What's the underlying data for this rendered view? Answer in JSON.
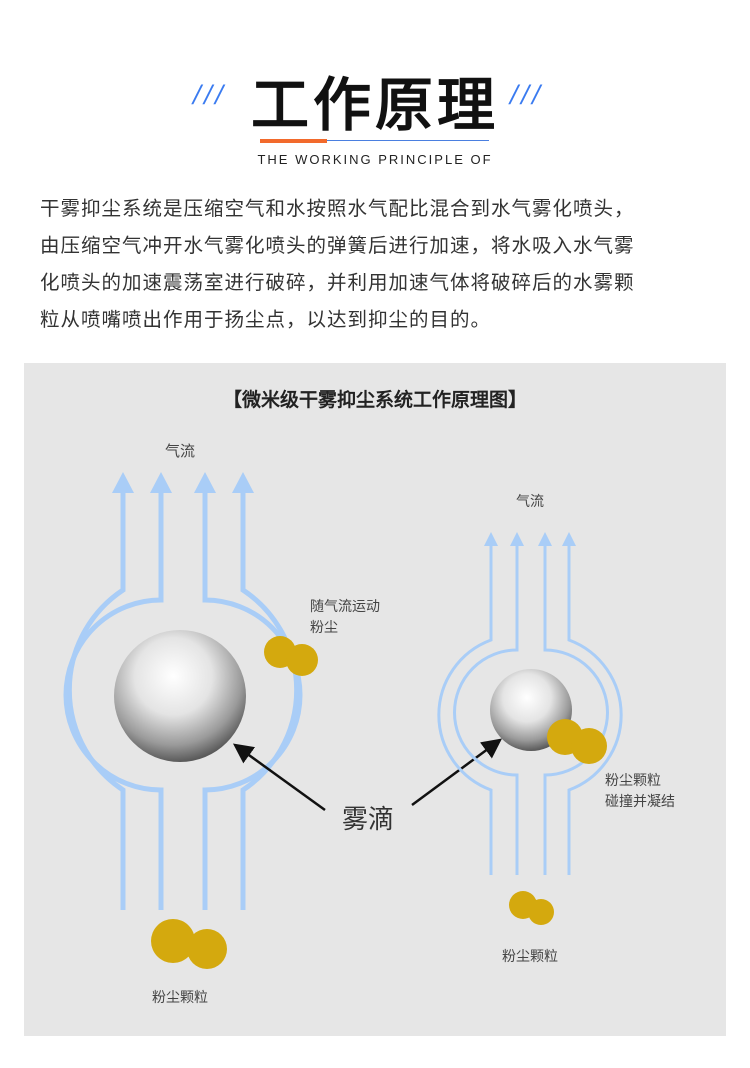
{
  "header": {
    "title": "工作原理",
    "subtitle": "THE WORKING PRINCIPLE OF",
    "decor_left": "///",
    "decor_right": "///"
  },
  "description": {
    "lines": [
      "干雾抑尘系统是压缩空气和水按照水气配比混合到水气雾化喷头，",
      "由压缩空气冲开水气雾化喷头的弹簧后进行加速，将水吸入水气雾",
      "化喷头的加速震荡室进行破碎，并利用加速气体将破碎后的水雾颗",
      "粒从喷嘴喷出作用于扬尘点，以达到抑尘的目的。"
    ]
  },
  "diagram": {
    "title": "【微米级干雾抑尘系统工作原理图】",
    "left": {
      "airflow_label": "气流",
      "moving_dust_label_1": "随气流运动",
      "moving_dust_label_2": "粉尘",
      "dust_label": "粉尘颗粒"
    },
    "center_label": "雾滴",
    "right": {
      "airflow_label": "气流",
      "collision_label_1": "粉尘颗粒",
      "collision_label_2": "碰撞并凝结",
      "dust_label": "粉尘颗粒"
    },
    "colors": {
      "flow": "#a9cdf7",
      "dust": "#d4a90e",
      "panel": "#e6e6e6",
      "accent": "#f26a2c",
      "blue": "#3a7bf0"
    }
  }
}
